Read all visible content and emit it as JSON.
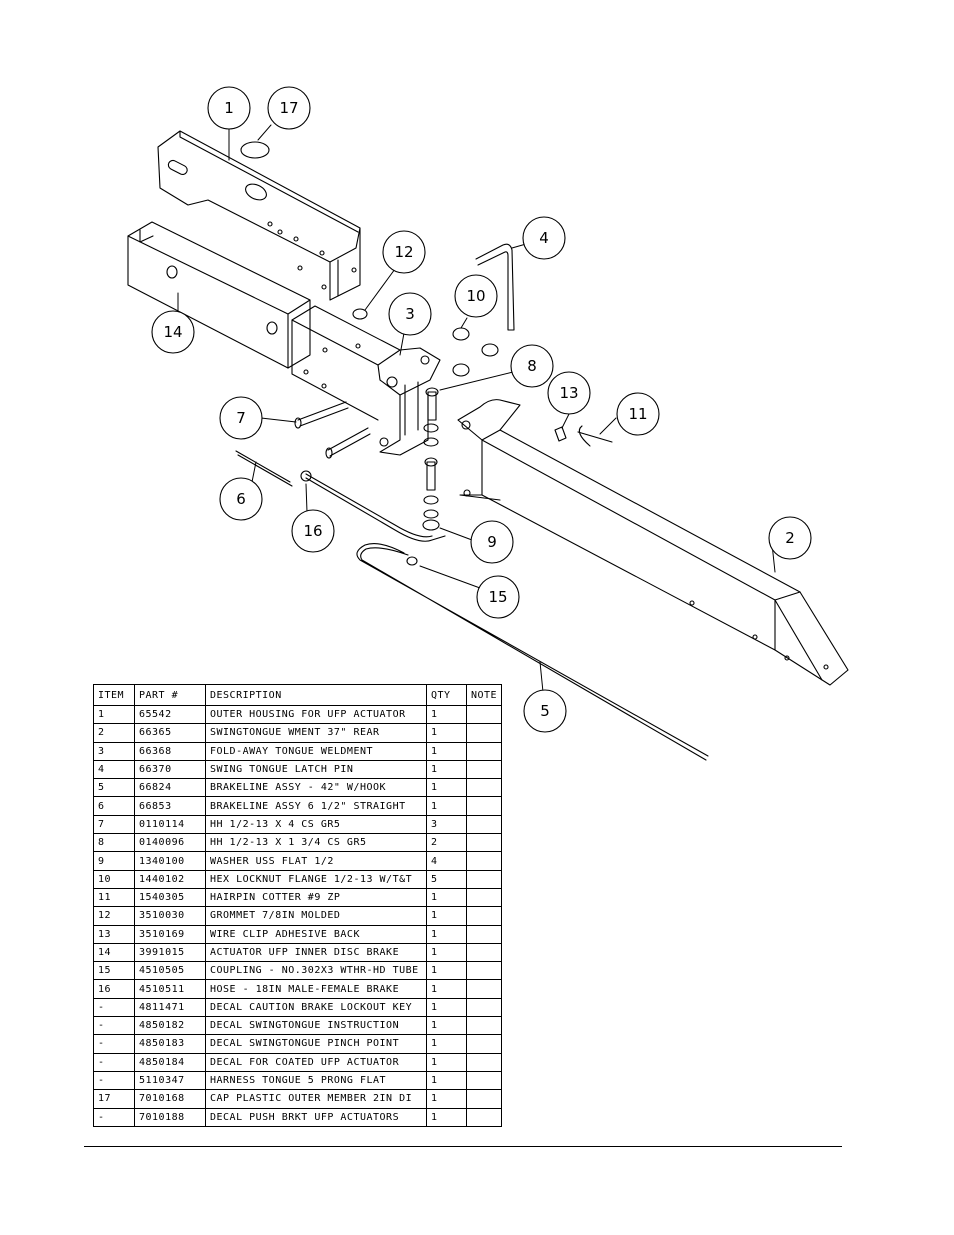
{
  "callouts": [
    {
      "id": "c1",
      "label": "1"
    },
    {
      "id": "c17",
      "label": "17"
    },
    {
      "id": "c12",
      "label": "12"
    },
    {
      "id": "c4",
      "label": "4"
    },
    {
      "id": "c10",
      "label": "10"
    },
    {
      "id": "c3",
      "label": "3"
    },
    {
      "id": "c14",
      "label": "14"
    },
    {
      "id": "c8",
      "label": "8"
    },
    {
      "id": "c13",
      "label": "13"
    },
    {
      "id": "c11",
      "label": "11"
    },
    {
      "id": "c7",
      "label": "7"
    },
    {
      "id": "c6",
      "label": "6"
    },
    {
      "id": "c16",
      "label": "16"
    },
    {
      "id": "c9",
      "label": "9"
    },
    {
      "id": "c2",
      "label": "2"
    },
    {
      "id": "c15",
      "label": "15"
    },
    {
      "id": "c5",
      "label": "5"
    }
  ],
  "table": {
    "headers": {
      "item": "ITEM",
      "part": "PART #",
      "description": "DESCRIPTION",
      "qty": "QTY",
      "note": "NOTE"
    },
    "rows": [
      {
        "item": "1",
        "part": "65542",
        "description": "OUTER HOUSING FOR UFP ACTUATOR",
        "qty": "1",
        "note": ""
      },
      {
        "item": "2",
        "part": "66365",
        "description": "SWINGTONGUE WMENT 37\" REAR",
        "qty": "1",
        "note": ""
      },
      {
        "item": "3",
        "part": "66368",
        "description": "FOLD-AWAY TONGUE WELDMENT",
        "qty": "1",
        "note": ""
      },
      {
        "item": "4",
        "part": "66370",
        "description": "SWING TONGUE LATCH PIN",
        "qty": "1",
        "note": ""
      },
      {
        "item": "5",
        "part": "66824",
        "description": "BRAKELINE ASSY - 42\" W/HOOK",
        "qty": "1",
        "note": ""
      },
      {
        "item": "6",
        "part": "66853",
        "description": "BRAKELINE ASSY 6 1/2\" STRAIGHT",
        "qty": "1",
        "note": ""
      },
      {
        "item": "7",
        "part": "0110114",
        "description": "HH 1/2-13 X 4 CS GR5",
        "qty": "3",
        "note": ""
      },
      {
        "item": "8",
        "part": "0140096",
        "description": "HH 1/2-13 X 1 3/4 CS GR5",
        "qty": "2",
        "note": ""
      },
      {
        "item": "9",
        "part": "1340100",
        "description": "WASHER USS FLAT 1/2",
        "qty": "4",
        "note": ""
      },
      {
        "item": "10",
        "part": "1440102",
        "description": "HEX LOCKNUT FLANGE 1/2-13 W/T&T",
        "qty": "5",
        "note": ""
      },
      {
        "item": "11",
        "part": "1540305",
        "description": "HAIRPIN COTTER #9 ZP",
        "qty": "1",
        "note": ""
      },
      {
        "item": "12",
        "part": "3510030",
        "description": "GROMMET  7/8IN MOLDED",
        "qty": "1",
        "note": ""
      },
      {
        "item": "13",
        "part": "3510169",
        "description": "WIRE CLIP  ADHESIVE BACK",
        "qty": "1",
        "note": ""
      },
      {
        "item": "14",
        "part": "3991015",
        "description": "ACTUATOR UFP INNER  DISC BRAKE",
        "qty": "1",
        "note": ""
      },
      {
        "item": "15",
        "part": "4510505",
        "description": "COUPLING - NO.302X3 WTHR-HD TUBE",
        "qty": "1",
        "note": ""
      },
      {
        "item": "16",
        "part": "4510511",
        "description": "HOSE - 18IN MALE-FEMALE BRAKE",
        "qty": "1",
        "note": ""
      },
      {
        "item": "-",
        "part": "4811471",
        "description": "DECAL CAUTION BRAKE LOCKOUT KEY",
        "qty": "1",
        "note": ""
      },
      {
        "item": "-",
        "part": "4850182",
        "description": "DECAL SWINGTONGUE INSTRUCTION",
        "qty": "1",
        "note": ""
      },
      {
        "item": "-",
        "part": "4850183",
        "description": "DECAL SWINGTONGUE PINCH POINT",
        "qty": "1",
        "note": ""
      },
      {
        "item": "-",
        "part": "4850184",
        "description": "DECAL FOR COATED UFP ACTUATOR",
        "qty": "1",
        "note": ""
      },
      {
        "item": "-",
        "part": "5110347",
        "description": "HARNESS  TONGUE 5 PRONG FLAT",
        "qty": "1",
        "note": ""
      },
      {
        "item": "17",
        "part": "7010168",
        "description": "CAP  PLASTIC OUTER MEMBER 2IN DI",
        "qty": "1",
        "note": ""
      },
      {
        "item": "-",
        "part": "7010188",
        "description": "DECAL PUSH BRKT UFP ACTUATORS",
        "qty": "1",
        "note": ""
      }
    ]
  }
}
